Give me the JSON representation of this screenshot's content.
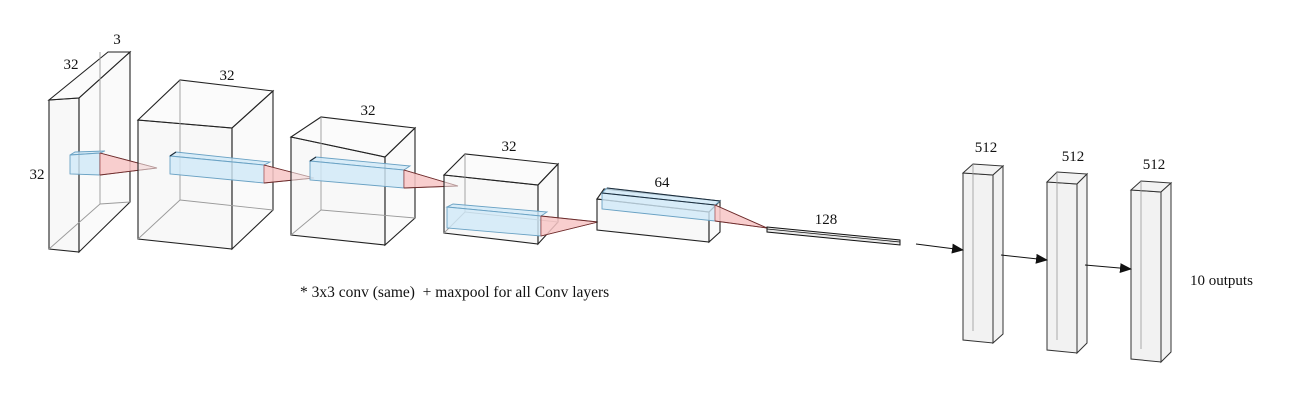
{
  "conv_blocks": [
    {
      "name": "input",
      "top_label": "3",
      "left_label": "32",
      "side_label": "32"
    },
    {
      "name": "conv1",
      "top_label": "32"
    },
    {
      "name": "conv2",
      "top_label": "32"
    },
    {
      "name": "conv3",
      "top_label": "32"
    },
    {
      "name": "conv4",
      "top_label": "64"
    }
  ],
  "flatten_label": "128",
  "fc_layers": [
    {
      "name": "fc1",
      "label": "512"
    },
    {
      "name": "fc2",
      "label": "512"
    },
    {
      "name": "fc3",
      "label": "512"
    }
  ],
  "output_label": "10 outputs",
  "footnote": "* 3x3 conv (same)  + maxpool for all Conv layers"
}
